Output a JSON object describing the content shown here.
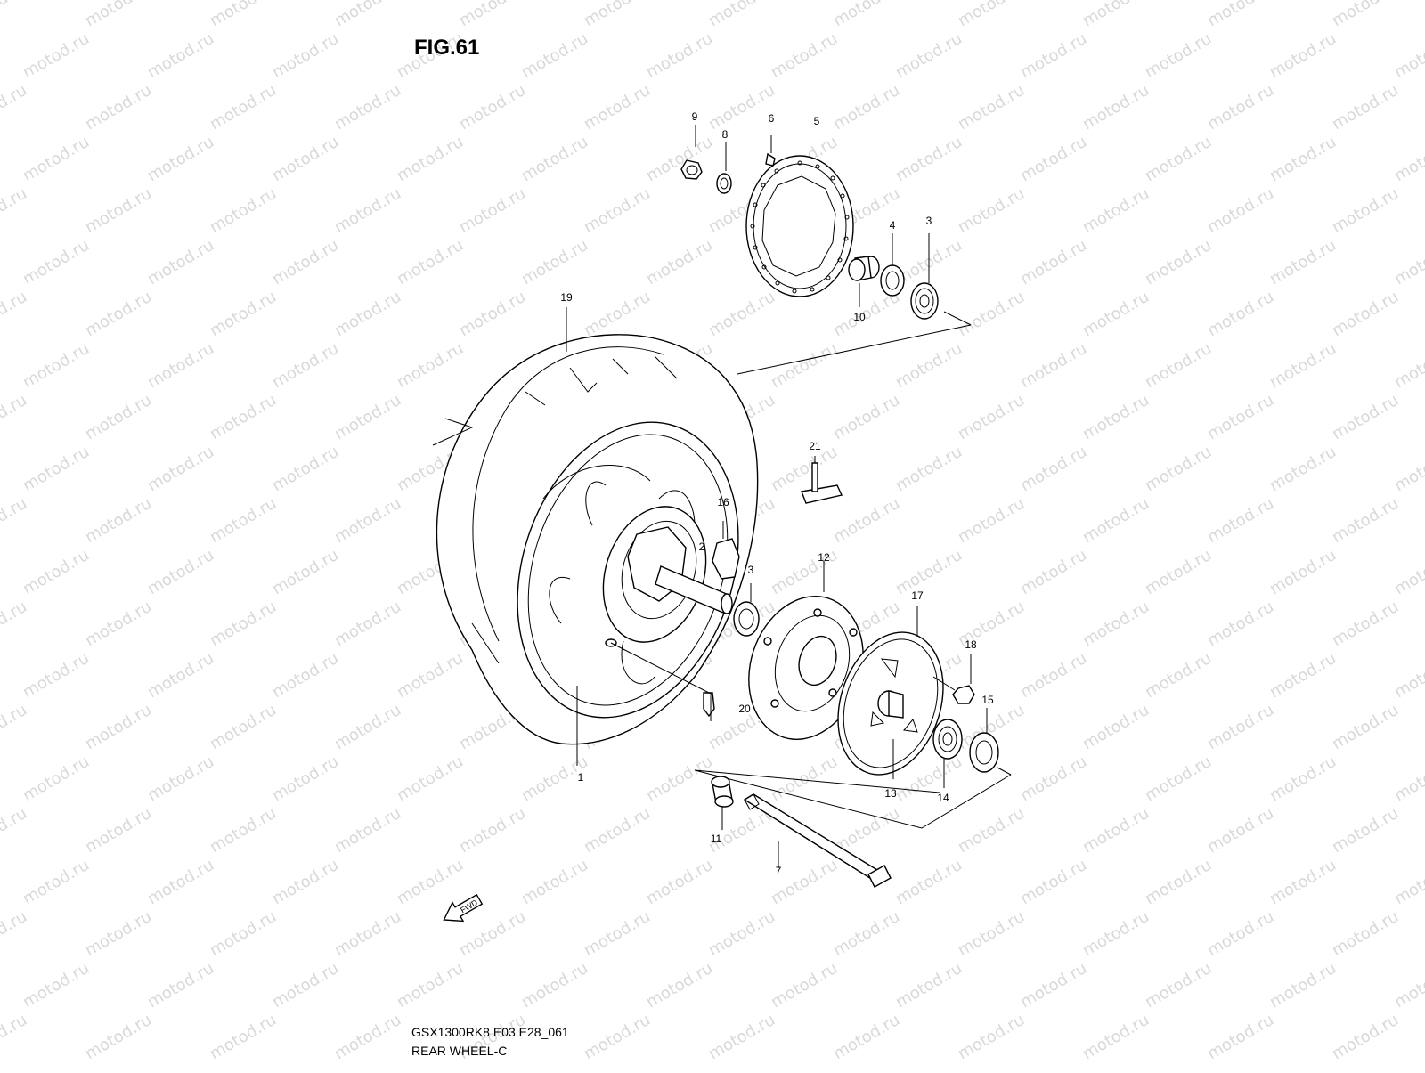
{
  "figure": {
    "title": "FIG.61"
  },
  "footer": {
    "code": "GSX1300RK8 E03 E28_061",
    "name": "REAR WHEEL-C"
  },
  "watermark": {
    "text": "motod.ru"
  },
  "fwd_label": "FWD",
  "callouts": {
    "c1": "1",
    "c2": "2",
    "c3a": "3",
    "c3b": "3",
    "c4": "4",
    "c5": "5",
    "c6": "6",
    "c7": "7",
    "c8": "8",
    "c9": "9",
    "c10": "10",
    "c11": "11",
    "c12": "12",
    "c13": "13",
    "c14": "14",
    "c15": "15",
    "c16": "16",
    "c17": "17",
    "c18": "18",
    "c19": "19",
    "c20": "20",
    "c21": "21"
  }
}
